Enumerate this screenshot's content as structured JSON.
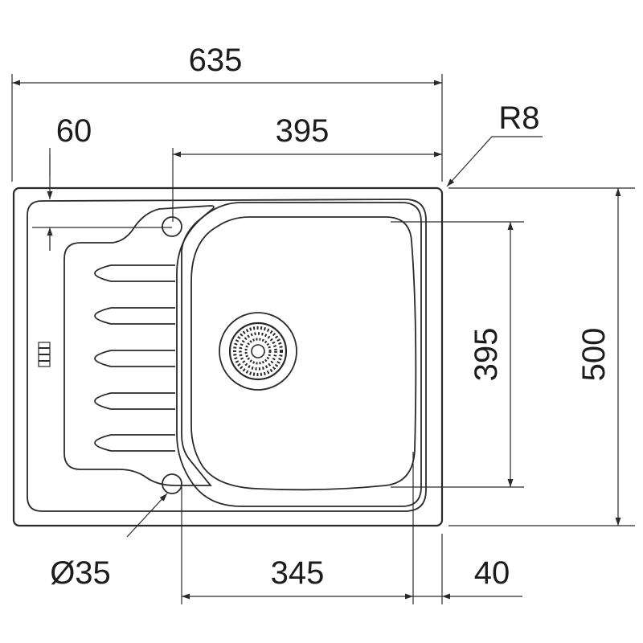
{
  "dimensions": {
    "overall_width": "635",
    "bowl_width": "395",
    "drainer_offset": "60",
    "corner_radius": "R8",
    "bowl_depth": "395",
    "overall_depth": "500",
    "tap_hole": "Ø35",
    "bowl_bottom_width": "345",
    "right_margin": "40"
  }
}
